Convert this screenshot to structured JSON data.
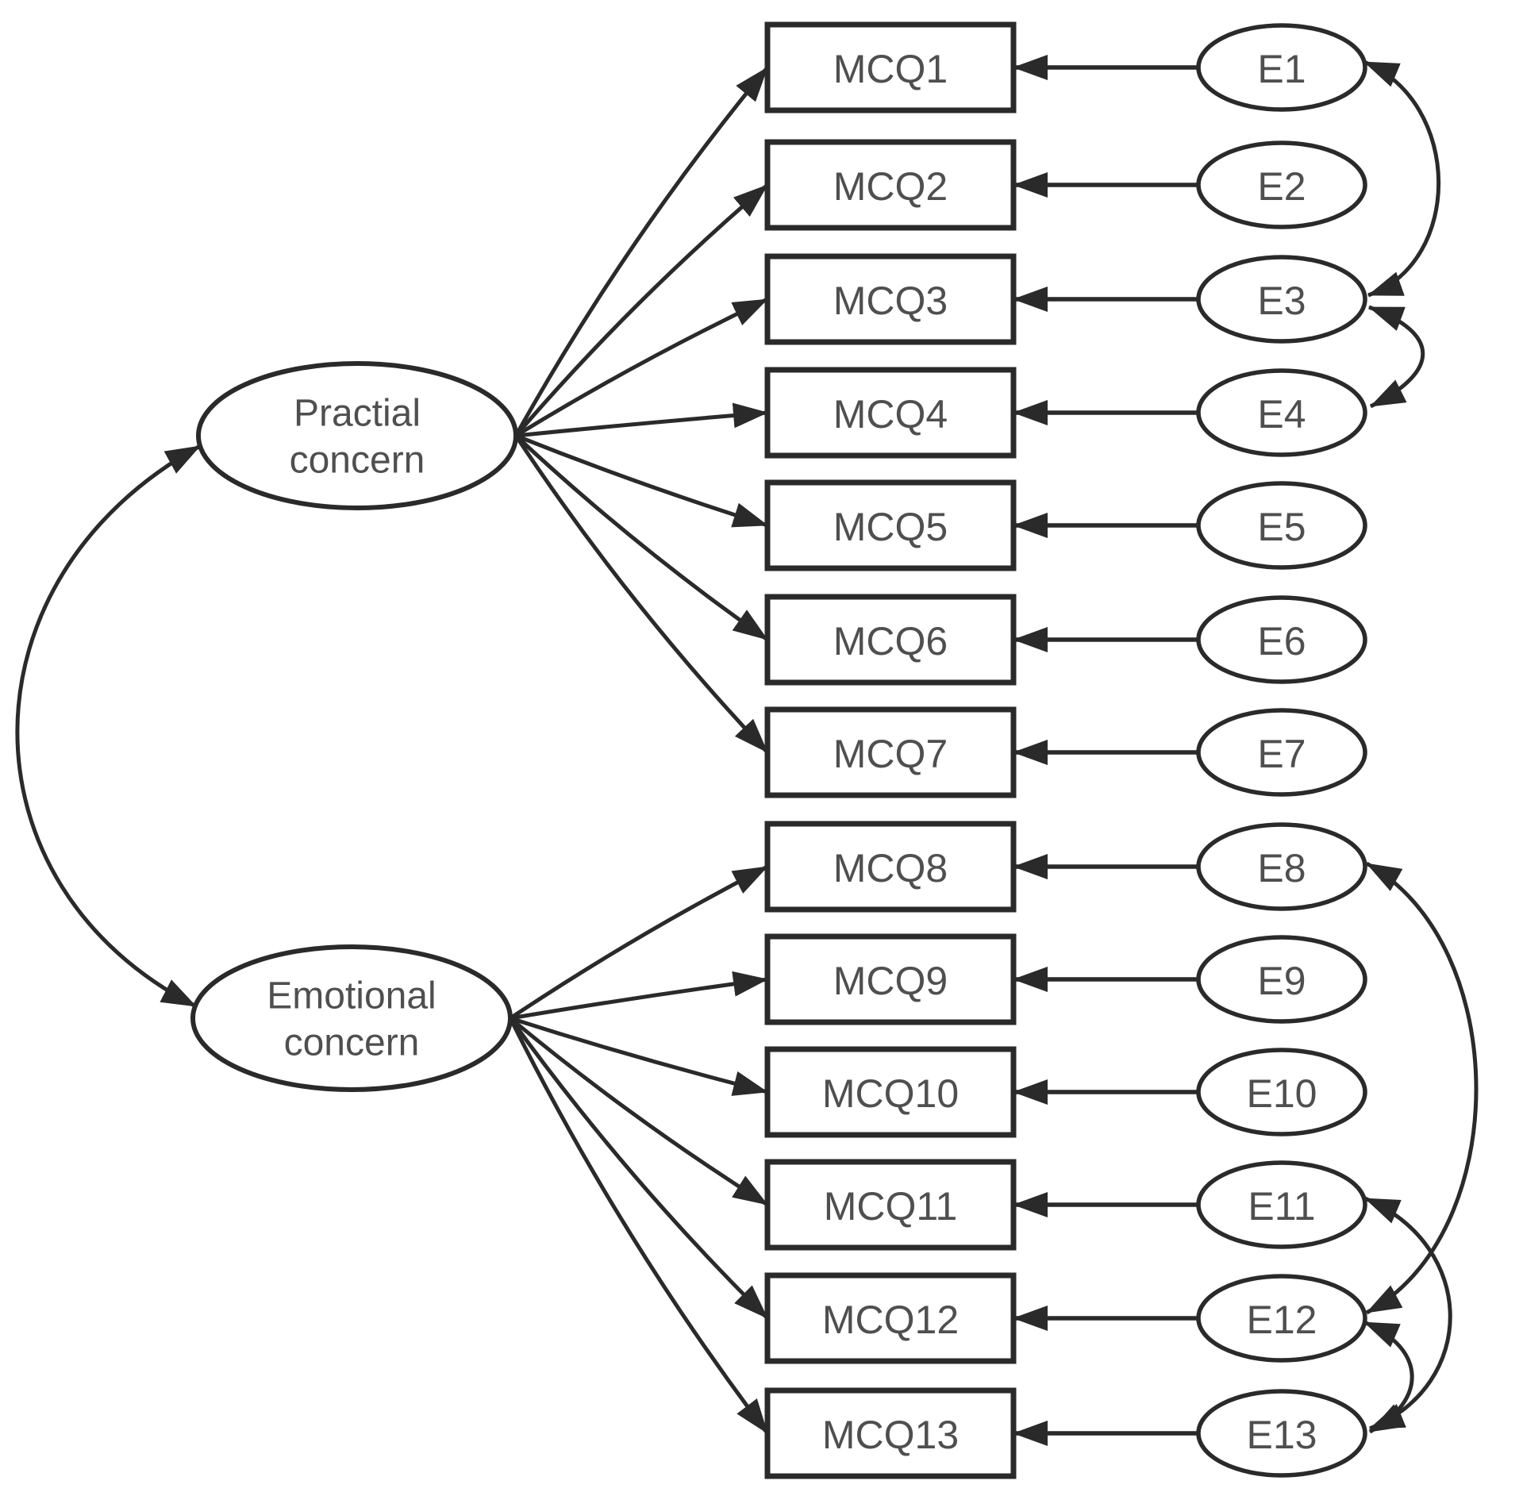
{
  "figure": {
    "type": "sem-path-diagram",
    "background_color": "#ffffff",
    "line_color": "#2a2a2a",
    "text_color": "#4f4f4f",
    "node_fill": "#ffffff",
    "latent_variables": [
      {
        "id": "practical",
        "label_lines": [
          "Practial",
          "concern"
        ]
      },
      {
        "id": "emotional",
        "label_lines": [
          "Emotional",
          "concern"
        ]
      }
    ],
    "observed_variables": [
      "MCQ1",
      "MCQ2",
      "MCQ3",
      "MCQ4",
      "MCQ5",
      "MCQ6",
      "MCQ7",
      "MCQ8",
      "MCQ9",
      "MCQ10",
      "MCQ11",
      "MCQ12",
      "MCQ13"
    ],
    "error_terms": [
      "E1",
      "E2",
      "E3",
      "E4",
      "E5",
      "E6",
      "E7",
      "E8",
      "E9",
      "E10",
      "E11",
      "E12",
      "E13"
    ],
    "factor_loadings": [
      {
        "from": "practical",
        "to": "MCQ1"
      },
      {
        "from": "practical",
        "to": "MCQ2"
      },
      {
        "from": "practical",
        "to": "MCQ3"
      },
      {
        "from": "practical",
        "to": "MCQ4"
      },
      {
        "from": "practical",
        "to": "MCQ5"
      },
      {
        "from": "practical",
        "to": "MCQ6"
      },
      {
        "from": "practical",
        "to": "MCQ7"
      },
      {
        "from": "emotional",
        "to": "MCQ8"
      },
      {
        "from": "emotional",
        "to": "MCQ9"
      },
      {
        "from": "emotional",
        "to": "MCQ10"
      },
      {
        "from": "emotional",
        "to": "MCQ11"
      },
      {
        "from": "emotional",
        "to": "MCQ12"
      },
      {
        "from": "emotional",
        "to": "MCQ13"
      }
    ],
    "error_effects": [
      {
        "from": "E1",
        "to": "MCQ1"
      },
      {
        "from": "E2",
        "to": "MCQ2"
      },
      {
        "from": "E3",
        "to": "MCQ3"
      },
      {
        "from": "E4",
        "to": "MCQ4"
      },
      {
        "from": "E5",
        "to": "MCQ5"
      },
      {
        "from": "E6",
        "to": "MCQ6"
      },
      {
        "from": "E7",
        "to": "MCQ7"
      },
      {
        "from": "E8",
        "to": "MCQ8"
      },
      {
        "from": "E9",
        "to": "MCQ9"
      },
      {
        "from": "E10",
        "to": "MCQ10"
      },
      {
        "from": "E11",
        "to": "MCQ11"
      },
      {
        "from": "E12",
        "to": "MCQ12"
      },
      {
        "from": "E13",
        "to": "MCQ13"
      }
    ],
    "covariances": [
      {
        "between": [
          "practical",
          "emotional"
        ]
      },
      {
        "between": [
          "E1",
          "E3"
        ]
      },
      {
        "between": [
          "E3",
          "E4"
        ]
      },
      {
        "between": [
          "E8",
          "E12"
        ]
      },
      {
        "between": [
          "E11",
          "E13"
        ]
      },
      {
        "between": [
          "E12",
          "E13"
        ]
      }
    ]
  }
}
